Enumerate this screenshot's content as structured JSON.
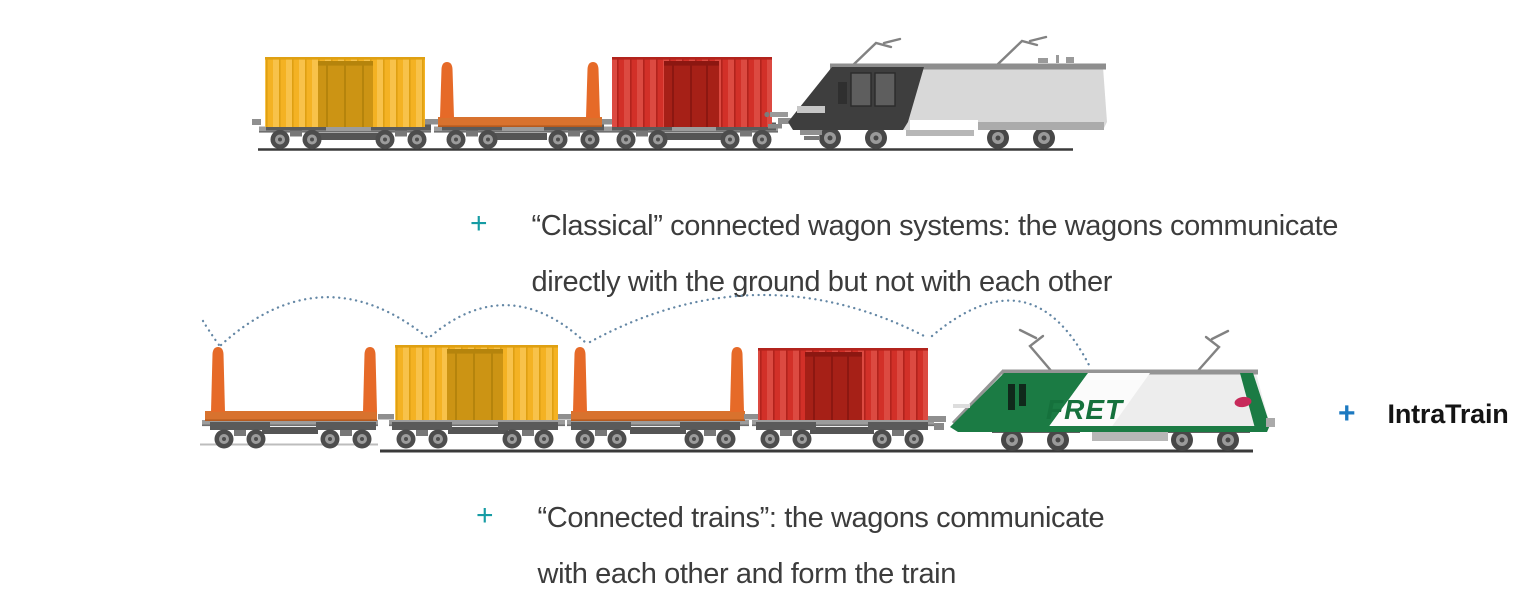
{
  "statements": {
    "classical": {
      "bullet": "+",
      "line1": "“Classical” connected wagon systems: the wagons communicate",
      "line2": "directly with the ground but not with each other"
    },
    "connected": {
      "bullet": "+",
      "line1": "“Connected trains”: the wagons communicate",
      "line2": "with each other and form the train"
    }
  },
  "annotation": {
    "bullet": "+",
    "label": "IntraTrain"
  },
  "locomotive2": {
    "brand": "FRET"
  },
  "colors": {
    "teal": "#169CA4",
    "blue": "#1C79C0",
    "text": "#3C3C3C",
    "yellow": "#F4B223",
    "yellow-light": "#F8C24A",
    "yellow-dark": "#DFA012",
    "door-yellow": "#CC9414",
    "door-yellow-dark": "#B5840C",
    "orange": "#E66A28",
    "deck-orange": "#D8722E",
    "deck-orange-dark": "#B55A1F",
    "red": "#D23028",
    "red-light": "#DC4A41",
    "red-dark": "#B2231C",
    "door-red": "#A62017",
    "door-red-dark": "#8C1711",
    "green": "#1B7B44",
    "fret-green": "#15713C",
    "grey-body": "#D8D8D8",
    "dot": "#6487A5",
    "rail": "#3A3A3A",
    "sncf-red": "#C72B5B"
  }
}
